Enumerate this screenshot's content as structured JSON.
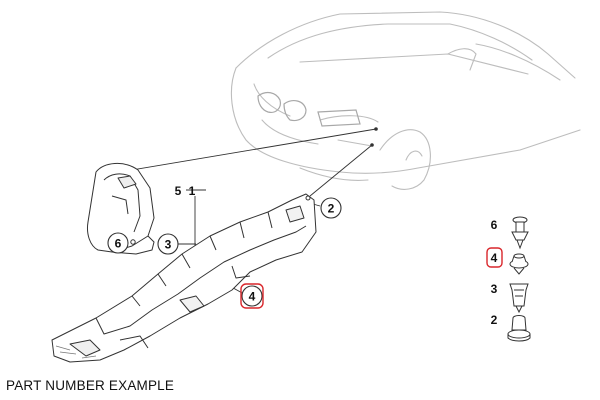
{
  "caption": "PART NUMBER EXAMPLE",
  "callouts": {
    "c5": "5",
    "c1": "1",
    "c2": "2",
    "c3": "3",
    "c6": "6",
    "c4": "4"
  },
  "legend": [
    {
      "number": "6",
      "highlighted": false,
      "icon": "push-rivet-icon"
    },
    {
      "number": "4",
      "highlighted": true,
      "icon": "washer-nut-icon"
    },
    {
      "number": "3",
      "highlighted": false,
      "icon": "spring-clip-nut-icon"
    },
    {
      "number": "2",
      "highlighted": false,
      "icon": "expanding-grommet-icon"
    }
  ],
  "colors": {
    "line": "#333333",
    "sketch": "#b8b8b8",
    "highlight": "#d9262b"
  }
}
